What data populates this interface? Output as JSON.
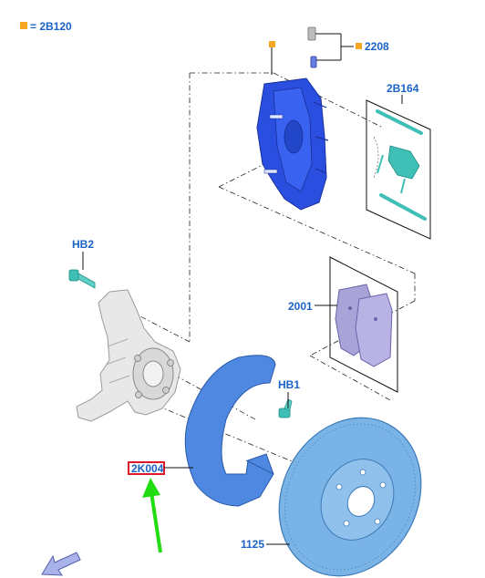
{
  "legend": {
    "text": "= 2B120",
    "marker_color": "#f5a623"
  },
  "callouts": {
    "c2208": "2208",
    "c2b164": "2B164",
    "chb2": "HB2",
    "c2001": "2001",
    "chb1": "HB1",
    "c2k004": "2K004",
    "c1125": "1125"
  },
  "colors": {
    "callout_text": "#1a63c6",
    "caliper": "#2a4fe0",
    "disc": "#7ab3e6",
    "shield": "#4e88e0",
    "pad": "#a9a4d8",
    "bolt": "#3fbfb6",
    "knuckle": "#e6e6e6",
    "highlight_box": "#e0192a",
    "pointer_arrow": "#22dd11",
    "nav_arrow": "#aab2ea"
  },
  "icons": {
    "nav": "back-arrow-icon",
    "pointer": "green-pointer-arrow-icon"
  }
}
